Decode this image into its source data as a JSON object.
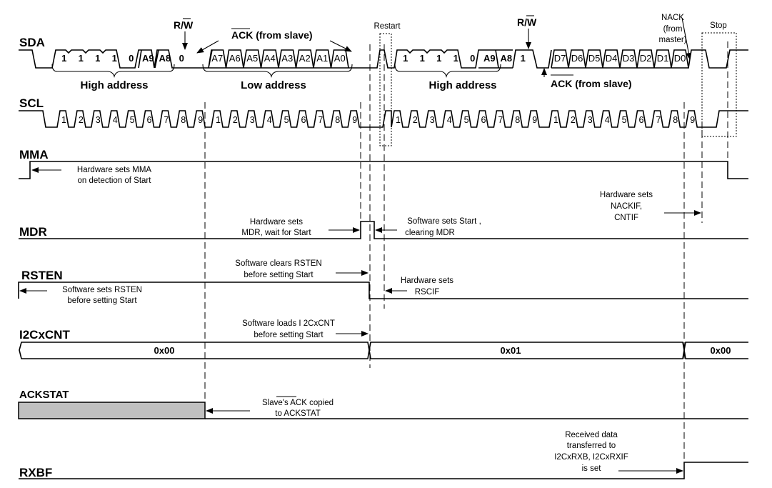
{
  "signals": {
    "sda": "SDA",
    "scl": "SCL",
    "mma": "MMA",
    "mdr": "MDR",
    "rsten": "RSTEN",
    "i2cxcnt": "I2CxCNT",
    "ackstat": "ACKSTAT",
    "rxbf": "RXBF"
  },
  "sda": {
    "byte1_bits": [
      "1",
      "1",
      "1",
      "1",
      "0",
      "A9",
      "A8",
      "0"
    ],
    "byte2_bits": [
      "A7",
      "A6",
      "A5",
      "A4",
      "A3",
      "A2",
      "A1",
      "A0"
    ],
    "byte3_bits": [
      "1",
      "1",
      "1",
      "1",
      "0",
      "A9",
      "A8",
      "1"
    ],
    "byte4_bits": [
      "D7",
      "D6",
      "D5",
      "D4",
      "D3",
      "D2",
      "D1",
      "D0"
    ],
    "high_address_1": "High address",
    "low_address": "Low address",
    "high_address_2": "High address",
    "rw_label_1": "R/",
    "rw_label_1_bar": "W",
    "rw_label_2": "R/",
    "rw_label_2_bar": "W",
    "ack_from_slave_1_bar": "ACK",
    "ack_from_slave_1_rest": " (from slave)",
    "ack_from_slave_2_bar": "ACK",
    "ack_from_slave_2_rest": " (from slave)",
    "restart": "Restart",
    "nack_line1": "NACK",
    "nack_line2": "(from",
    "nack_line3": "master)",
    "stop": "Stop"
  },
  "scl": {
    "clock_labels_byte1": [
      "1",
      "2",
      "3",
      "4",
      "5",
      "6",
      "7",
      "8",
      "9"
    ],
    "clock_labels_byte2": [
      "1",
      "2",
      "3",
      "4",
      "5",
      "6",
      "7",
      "8",
      "9"
    ],
    "clock_labels_byte3": [
      "1",
      "2",
      "3",
      "4",
      "5",
      "6",
      "7",
      "8",
      "9"
    ],
    "clock_labels_byte4": [
      "1",
      "2",
      "3",
      "4",
      "5",
      "6",
      "7",
      "8",
      "9"
    ]
  },
  "annotations": {
    "mma_1": "Hardware sets MMA",
    "mma_2": "on detection of Start",
    "mdr_hw_1": "Hardware sets",
    "mdr_hw_2": "MDR, wait for Start",
    "mdr_sw_1": "Software sets Start ,",
    "mdr_sw_2": "clearing MDR",
    "nackif_1": "Hardware sets",
    "nackif_2": "NACKIF,",
    "nackif_3": "CNTIF",
    "rsten_clear_1": "Software clears RSTEN",
    "rsten_clear_2": "before setting Start",
    "rsten_set_1": "Software sets RSTEN",
    "rsten_set_2": "before setting Start",
    "rscif_1": "Hardware sets",
    "rscif_2": "RSCIF",
    "cnt_1": "Software loads I 2CxCNT",
    "cnt_2": "before setting Start",
    "ackstat_1a": "Slave's ",
    "ackstat_1bar": "ACK",
    "ackstat_1b": " copied",
    "ackstat_2": "to ACKSTAT",
    "rx_1": "Received data",
    "rx_2": "transferred to",
    "rx_3": "I2CxRXB, I2CxRXIF",
    "rx_4": "is set"
  },
  "bus": {
    "i2cxcnt_values": [
      "0x00",
      "0x01",
      "0x00"
    ]
  },
  "colors": {
    "line": "#000000",
    "ackstat_fill": "#c0c0c0",
    "background": "#ffffff"
  }
}
